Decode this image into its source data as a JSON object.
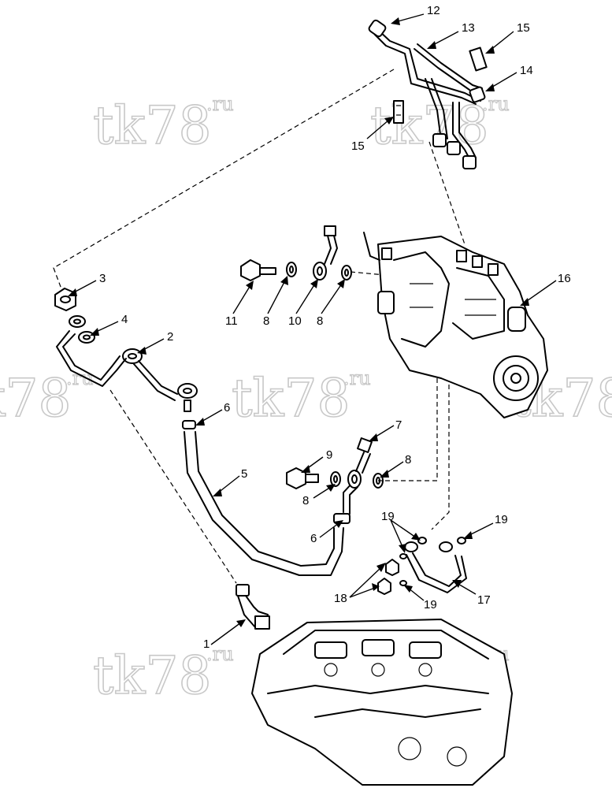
{
  "watermark": {
    "main": "tk78",
    "suffix": ".ru"
  },
  "callouts": [
    {
      "id": "c1",
      "label": "1"
    },
    {
      "id": "c2",
      "label": "2"
    },
    {
      "id": "c3",
      "label": "3"
    },
    {
      "id": "c4",
      "label": "4"
    },
    {
      "id": "c5",
      "label": "5"
    },
    {
      "id": "c6a",
      "label": "6"
    },
    {
      "id": "c6b",
      "label": "6"
    },
    {
      "id": "c7",
      "label": "7"
    },
    {
      "id": "c8a",
      "label": "8"
    },
    {
      "id": "c8b",
      "label": "8"
    },
    {
      "id": "c8c",
      "label": "8"
    },
    {
      "id": "c8d",
      "label": "8"
    },
    {
      "id": "c9",
      "label": "9"
    },
    {
      "id": "c10",
      "label": "10"
    },
    {
      "id": "c11",
      "label": "11"
    },
    {
      "id": "c12",
      "label": "12"
    },
    {
      "id": "c13",
      "label": "13"
    },
    {
      "id": "c14",
      "label": "14"
    },
    {
      "id": "c15a",
      "label": "15"
    },
    {
      "id": "c15b",
      "label": "15"
    },
    {
      "id": "c16",
      "label": "16"
    },
    {
      "id": "c17",
      "label": "17"
    },
    {
      "id": "c18",
      "label": "18"
    },
    {
      "id": "c19a",
      "label": "19"
    },
    {
      "id": "c19b",
      "label": "19"
    },
    {
      "id": "c19c",
      "label": "19"
    }
  ]
}
